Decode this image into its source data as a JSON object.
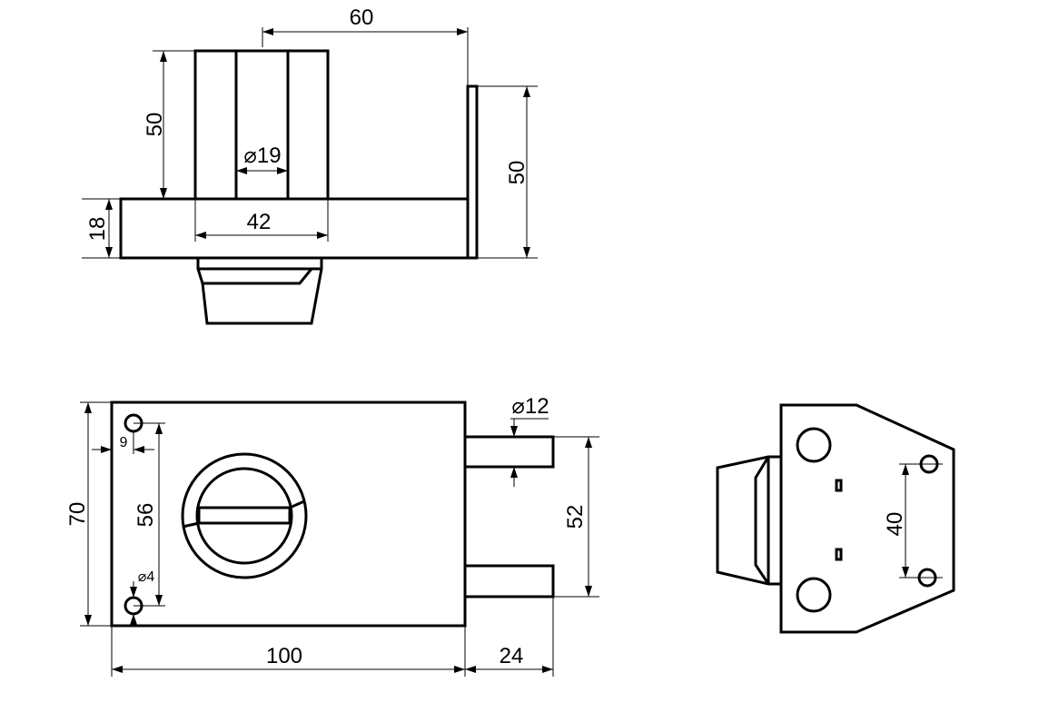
{
  "dimensions": {
    "top_width_60": "60",
    "top_height_50_left": "50",
    "top_height_50_right": "50",
    "top_diameter_19": "⌀19",
    "top_width_42": "42",
    "top_height_18": "18",
    "front_height_70": "70",
    "front_offset_9": "9",
    "front_spacing_56": "56",
    "front_hole_diameter_4": "⌀4",
    "front_bolt_diameter_12": "⌀12",
    "front_bolt_spacing_52": "52",
    "front_width_100": "100",
    "front_bolt_length_24": "24",
    "side_spacing_40": "40"
  }
}
